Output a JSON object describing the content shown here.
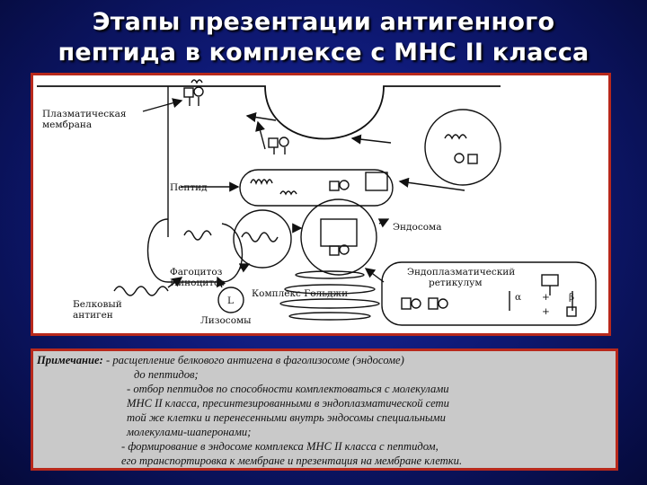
{
  "slide": {
    "title_line1": "Этапы презентации антигенного",
    "title_line2": "пептида в комплексе с МНС II класса"
  },
  "diagram": {
    "labels": {
      "plasma_membrane_1": "Плазматическая",
      "plasma_membrane_2": "мембрана",
      "peptide": "Пептид",
      "endosome": "Эндосома",
      "phagocytosis": "Фагоцитоз",
      "pinocytosis": "Пиноцитоз",
      "protein_antigen_1": "Белковый",
      "protein_antigen_2": "антиген",
      "golgi": "Комплекс Гольджи",
      "lysosome_letter": "L",
      "lysosomes": "Лизосомы",
      "er_1": "Эндоплазматический",
      "er_2": "ретикулум",
      "alpha": "α",
      "beta": "β",
      "plus_1": "+",
      "plus_2": "+"
    }
  },
  "note": {
    "heading": "Примечание:",
    "line1": " - расщепление белкового антигена в фаголизосоме (эндосоме)",
    "line2": "до пептидов;",
    "line3": "- отбор пептидов по способности комплектоваться с молекулами",
    "line4": "МНС II класса, пресинтезированными в эндоплазматической сети",
    "line5": "той же клетки и перенесенными внутрь эндосомы специальными",
    "line6": "молекулами-шаперонами;",
    "line7": "- формирование в эндосоме комплекса МНС II класса с пептидом,",
    "line8": "его транспортировка к мембране и презентация на мембране клетки."
  },
  "colors": {
    "background": "#0f1a78",
    "frame_border": "#b8291c",
    "note_background": "#c9c9c9"
  }
}
